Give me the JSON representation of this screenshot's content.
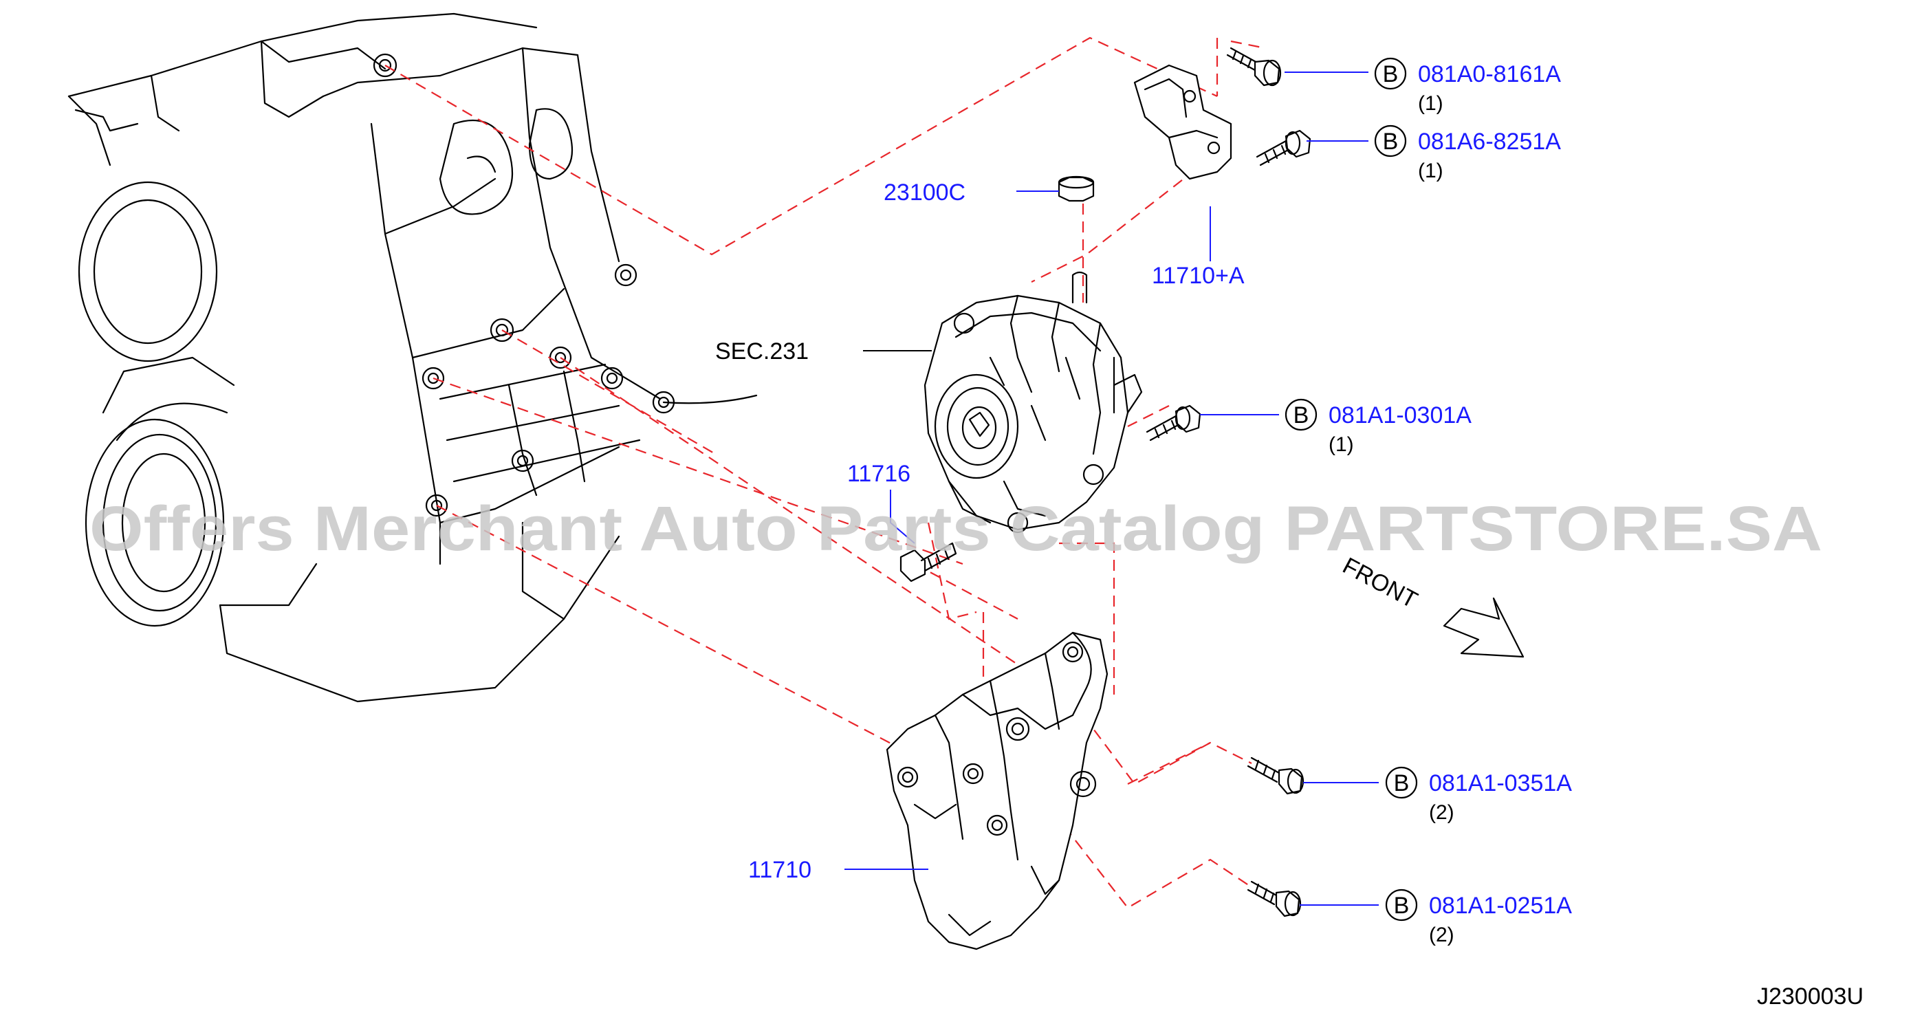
{
  "diagram": {
    "diagram_code": "J230003U",
    "watermark": "Offers Merchant Auto Parts Catalog PARTSTORE.SA",
    "front_label": "FRONT",
    "section_ref": "SEC.231",
    "parts": [
      {
        "id": "23100c",
        "number": "23100C"
      },
      {
        "id": "11710a",
        "number": "11710+A"
      },
      {
        "id": "11716",
        "number": "11716"
      },
      {
        "id": "11710",
        "number": "11710"
      }
    ],
    "bolts": [
      {
        "id": "bolt-1",
        "badge": "B",
        "number": "081A0-8161A",
        "qty": "(1)"
      },
      {
        "id": "bolt-2",
        "badge": "B",
        "number": "081A6-8251A",
        "qty": "(1)"
      },
      {
        "id": "bolt-3",
        "badge": "B",
        "number": "081A1-0301A",
        "qty": "(1)"
      },
      {
        "id": "bolt-4",
        "badge": "B",
        "number": "081A1-0351A",
        "qty": "(2)"
      },
      {
        "id": "bolt-5",
        "badge": "B",
        "number": "081A1-0251A",
        "qty": "(2)"
      }
    ]
  }
}
